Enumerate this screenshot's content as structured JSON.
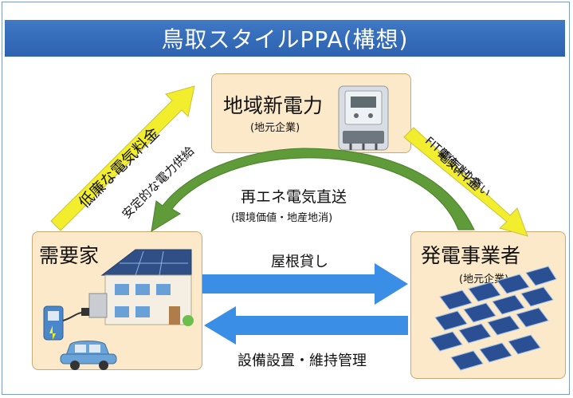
{
  "title": "鳥取スタイルPPA(構想)",
  "nodes": {
    "retailer": {
      "name": "地域新電力",
      "sub": "(地元企業)"
    },
    "consumer": {
      "name": "需要家"
    },
    "generator": {
      "name": "発電事業者",
      "sub": "(地元企業)"
    }
  },
  "flows": {
    "low_price": "低廉な電気料金",
    "stable_supply": "安定的な電力供給",
    "fit_price": "FIT単価より高い",
    "fit_price_2": "電気料金",
    "renewable": "再エネ電気直送",
    "renewable_sub": "(環境価値・地産地消)",
    "roof_rental": "屋根貸し",
    "maintenance": "設備設置・維持管理"
  },
  "colors": {
    "title_bar": "#2d62b0",
    "box_fill": "#fbe9c9",
    "yellow_arrow": "#f2ee2e",
    "green_arrow": "#5f9b39",
    "blue_arrow": "#3a8ee6"
  }
}
